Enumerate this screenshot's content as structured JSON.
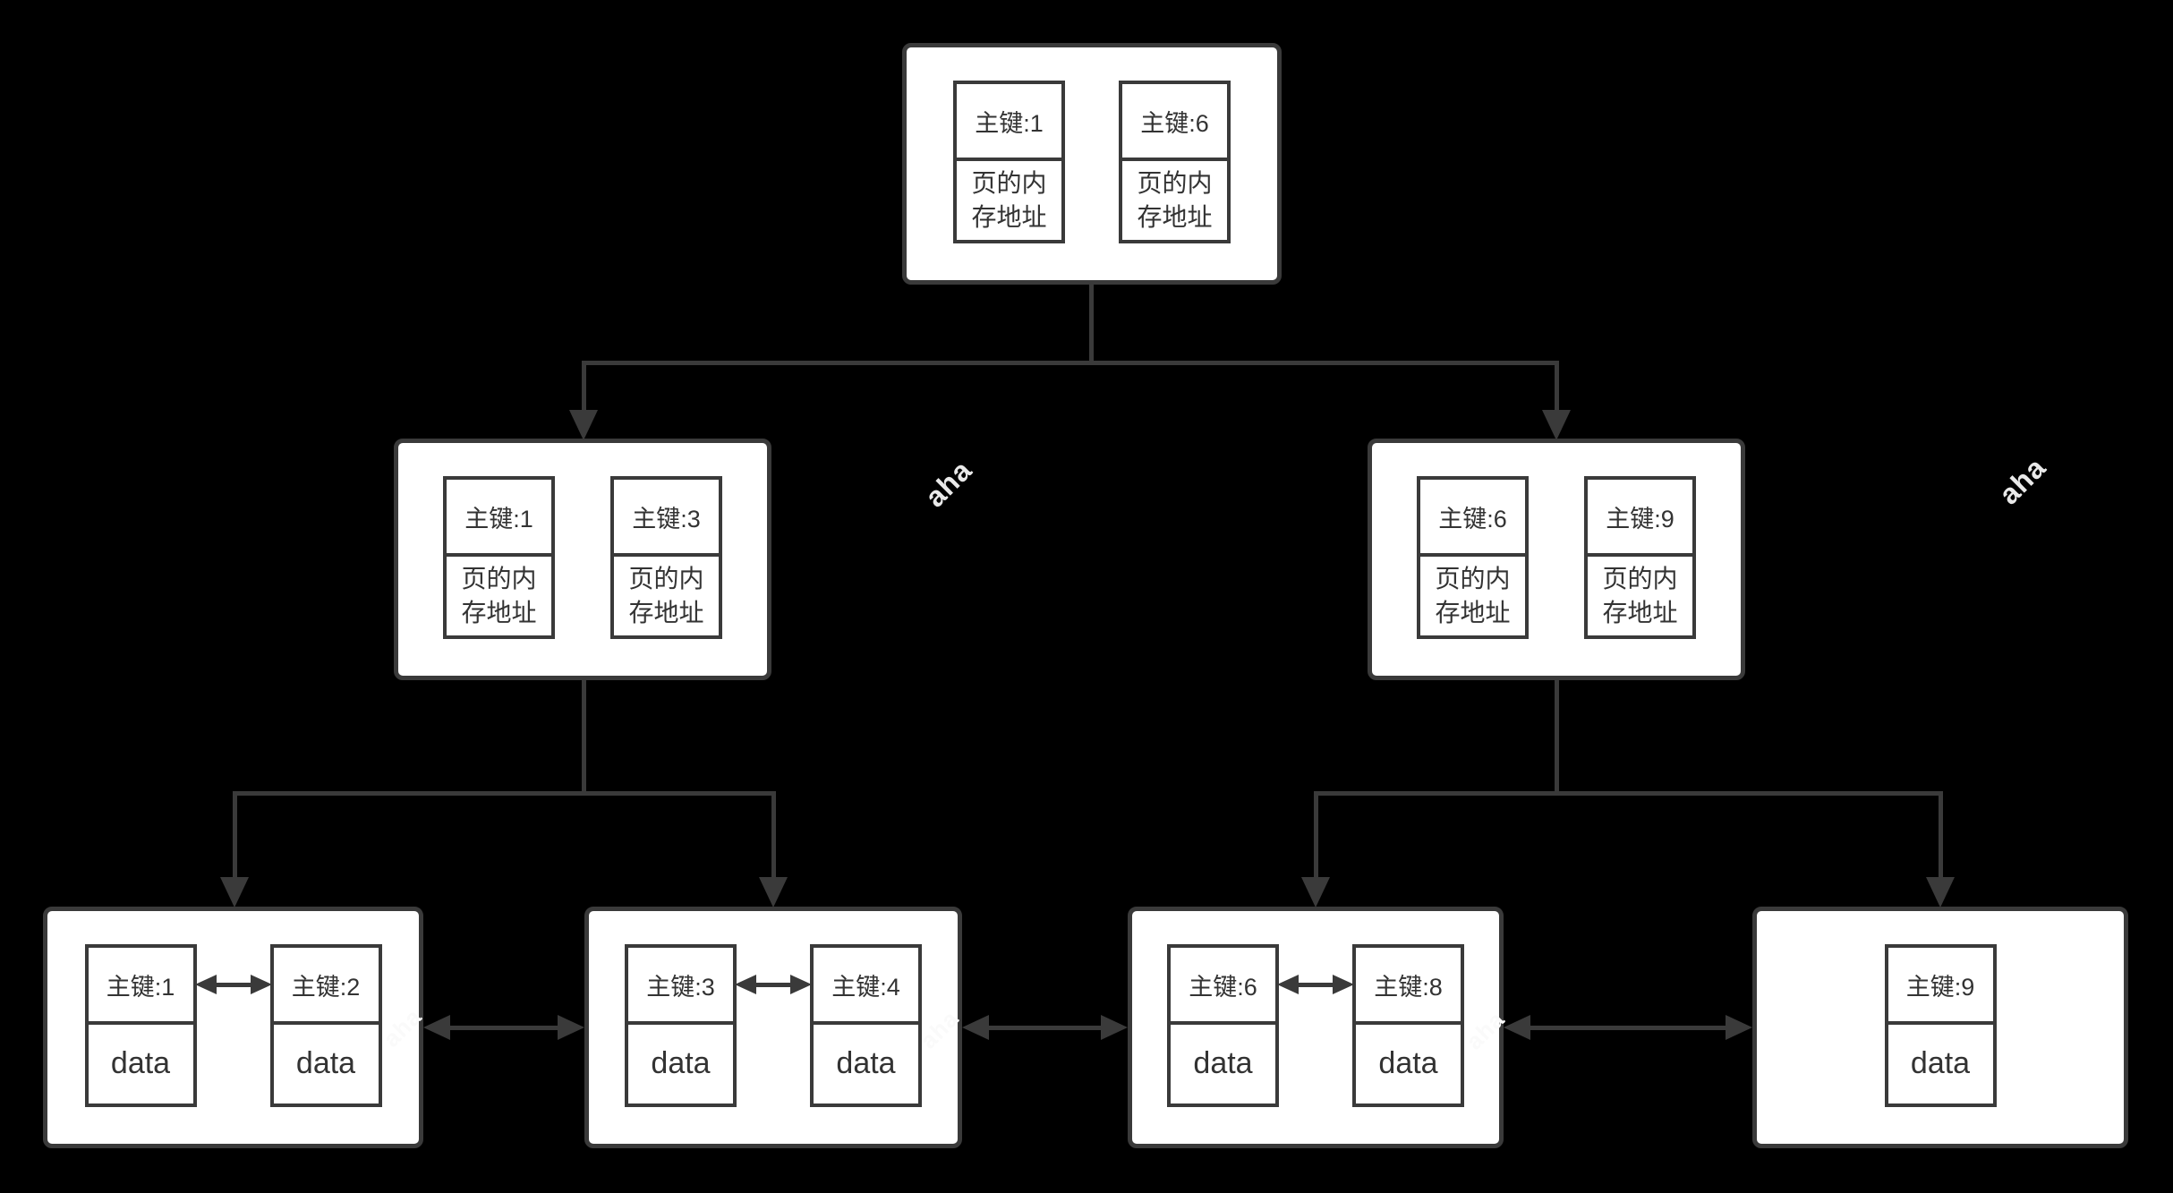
{
  "colors": {
    "bg": "#000000",
    "node_fill": "#ffffff",
    "stroke": "#3a3a3a",
    "text": "#333333",
    "wm_gray": "#e9e9e9",
    "wm_white": "#fafafa"
  },
  "watermark": {
    "text": "aha"
  },
  "tree": {
    "root": {
      "cells": [
        {
          "key": "主键:1",
          "value": "页的内\n存地址"
        },
        {
          "key": "主键:6",
          "value": "页的内\n存地址"
        }
      ]
    },
    "internal_left": {
      "cells": [
        {
          "key": "主键:1",
          "value": "页的内\n存地址"
        },
        {
          "key": "主键:3",
          "value": "页的内\n存地址"
        }
      ]
    },
    "internal_right": {
      "cells": [
        {
          "key": "主键:6",
          "value": "页的内\n存地址"
        },
        {
          "key": "主键:9",
          "value": "页的内\n存地址"
        }
      ]
    },
    "leaf1": {
      "cells": [
        {
          "key": "主键:1",
          "value": "data"
        },
        {
          "key": "主键:2",
          "value": "data"
        }
      ]
    },
    "leaf2": {
      "cells": [
        {
          "key": "主键:3",
          "value": "data"
        },
        {
          "key": "主键:4",
          "value": "data"
        }
      ]
    },
    "leaf3": {
      "cells": [
        {
          "key": "主键:6",
          "value": "data"
        },
        {
          "key": "主键:8",
          "value": "data"
        }
      ]
    },
    "leaf4": {
      "cells": [
        {
          "key": "主键:9",
          "value": "data"
        }
      ]
    }
  }
}
